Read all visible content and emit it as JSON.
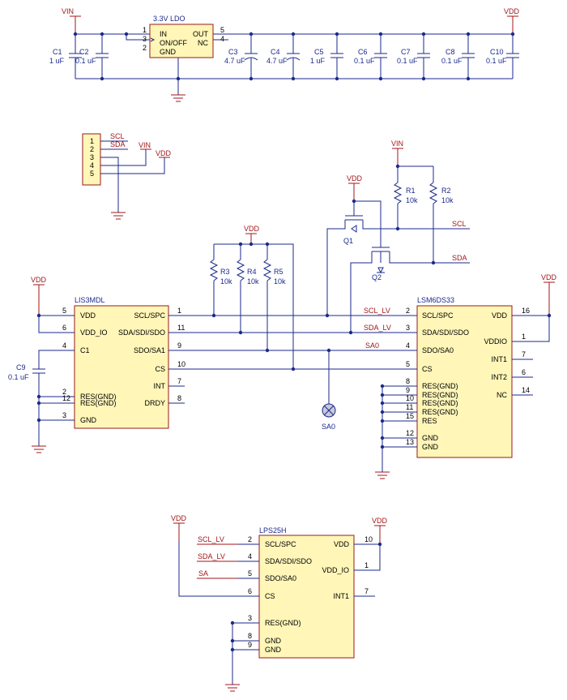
{
  "power": {
    "vin": "VIN",
    "vdd": "VDD"
  },
  "ldo": {
    "title": "3.3V LDO",
    "pin_in": "IN",
    "pin_onoff": "ON/OFF",
    "pin_gnd": "GND",
    "pin_out": "OUT",
    "pin_nc": "NC",
    "n_in": "1",
    "n_onoff": "3",
    "n_gnd": "2",
    "n_out": "5",
    "n_nc": "4"
  },
  "caps_top": [
    {
      "ref": "C1",
      "val": "1 uF"
    },
    {
      "ref": "C2",
      "val": "0.1 uF"
    },
    {
      "ref": "C3",
      "val": "4.7 uF"
    },
    {
      "ref": "C4",
      "val": "4.7 uF"
    },
    {
      "ref": "C5",
      "val": "1 uF"
    },
    {
      "ref": "C6",
      "val": "0.1 uF"
    },
    {
      "ref": "C7",
      "val": "0.1 uF"
    },
    {
      "ref": "C8",
      "val": "0.1 uF"
    },
    {
      "ref": "C10",
      "val": "0.1 uF"
    }
  ],
  "header": {
    "pins": [
      "1",
      "2",
      "3",
      "4",
      "5"
    ],
    "scl": "SCL",
    "sda": "SDA"
  },
  "resistors": [
    {
      "ref": "R1",
      "val": "10k"
    },
    {
      "ref": "R2",
      "val": "10k"
    },
    {
      "ref": "R3",
      "val": "10k"
    },
    {
      "ref": "R4",
      "val": "10k"
    },
    {
      "ref": "R5",
      "val": "10k"
    }
  ],
  "fets": {
    "q1": "Q1",
    "q2": "Q2"
  },
  "nets": {
    "scl": "SCL",
    "sda": "SDA",
    "scl_lv": "SCL_LV",
    "sda_lv": "SDA_LV",
    "sa0": "SA0",
    "sa": "SA"
  },
  "lis3mdl": {
    "title": "LIS3MDL",
    "left": [
      {
        "num": "5",
        "name": "VDD"
      },
      {
        "num": "6",
        "name": "VDD_IO"
      },
      {
        "num": "4",
        "name": "C1"
      },
      {
        "num": "2",
        "name": "RES(GND)"
      },
      {
        "num": "12",
        "name": "RES(GND)"
      },
      {
        "num": "3",
        "name": "GND"
      }
    ],
    "right": [
      {
        "num": "1",
        "name": "SCL/SPC"
      },
      {
        "num": "11",
        "name": "SDA/SDI/SDO"
      },
      {
        "num": "9",
        "name": "SDO/SA1"
      },
      {
        "num": "10",
        "name": "CS"
      },
      {
        "num": "7",
        "name": "INT"
      },
      {
        "num": "8",
        "name": "DRDY"
      }
    ]
  },
  "c9": {
    "ref": "C9",
    "val": "0.1 uF"
  },
  "lsm6ds33": {
    "title": "LSM6DS33",
    "left": [
      {
        "num": "2",
        "name": "SCL/SPC"
      },
      {
        "num": "3",
        "name": "SDA/SDI/SDO"
      },
      {
        "num": "4",
        "name": "SDO/SA0"
      },
      {
        "num": "5",
        "name": "CS"
      },
      {
        "num": "8",
        "name": "RES(GND)"
      },
      {
        "num": "9",
        "name": "RES(GND)"
      },
      {
        "num": "10",
        "name": "RES(GND)"
      },
      {
        "num": "11",
        "name": "RES(GND)"
      },
      {
        "num": "15",
        "name": "RES"
      },
      {
        "num": "12",
        "name": "GND"
      },
      {
        "num": "13",
        "name": "GND"
      }
    ],
    "right": [
      {
        "num": "16",
        "name": "VDD"
      },
      {
        "num": "1",
        "name": "VDDIO"
      },
      {
        "num": "7",
        "name": "INT1"
      },
      {
        "num": "6",
        "name": "INT2"
      },
      {
        "num": "14",
        "name": "NC"
      }
    ]
  },
  "testpoint": "SA0",
  "lps25h": {
    "title": "LPS25H",
    "left": [
      {
        "num": "2",
        "name": "SCL/SPC"
      },
      {
        "num": "4",
        "name": "SDA/SDI/SDO"
      },
      {
        "num": "5",
        "name": "SDO/SA0"
      },
      {
        "num": "6",
        "name": "CS"
      },
      {
        "num": "3",
        "name": "RES(GND)"
      },
      {
        "num": "8",
        "name": "GND"
      },
      {
        "num": "9",
        "name": "GND"
      }
    ],
    "right": [
      {
        "num": "10",
        "name": "VDD"
      },
      {
        "num": "1",
        "name": "VDD_IO"
      },
      {
        "num": "7",
        "name": "INT1"
      }
    ]
  }
}
